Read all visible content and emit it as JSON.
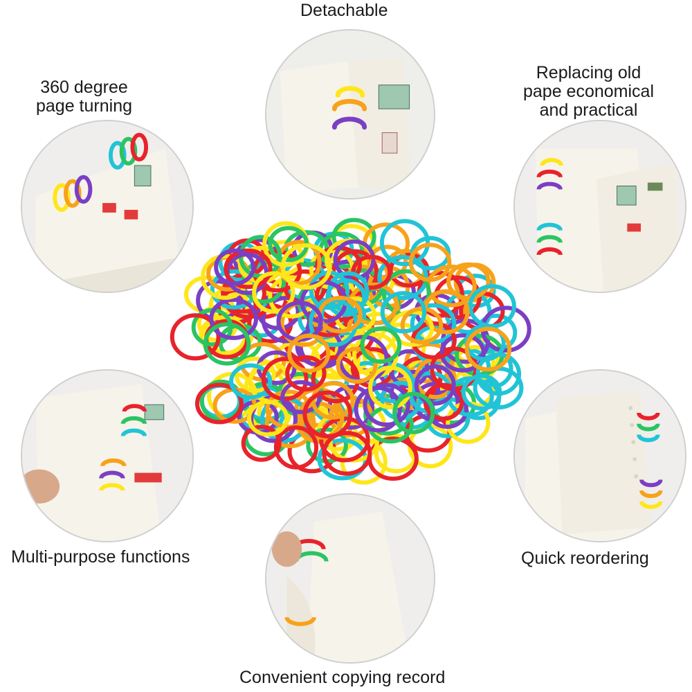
{
  "features": {
    "detachable": "Detachable",
    "page_turning": [
      "360 degree",
      "page turning"
    ],
    "replacing": [
      "Replacing old",
      "pape economical",
      "and practical"
    ],
    "multi_purpose": "Multi-purpose functions",
    "reordering": "Quick reordering",
    "copying": "Convenient copying record"
  },
  "colors": {
    "ring_colors": [
      "#e8232b",
      "#f7a21b",
      "#ffe61a",
      "#2bc463",
      "#21c4d6",
      "#7b3fc4"
    ],
    "paper": "#f6f3ea",
    "background": "#ffffff"
  },
  "icons": {
    "product": "binder-rings-pile",
    "photos": [
      "binder-rings-on-notebook"
    ]
  }
}
